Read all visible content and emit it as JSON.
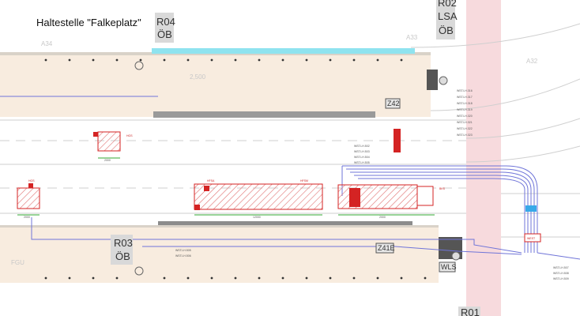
{
  "title": "Haltestelle \"Falkeplatz\"",
  "stops": {
    "r04": {
      "code": "R04",
      "type": "ÖB"
    },
    "r02": {
      "code": "R02",
      "type1": "LSA",
      "type2": "ÖB"
    },
    "r03": {
      "code": "R03",
      "type": "ÖB"
    },
    "r01": {
      "code": "R01"
    }
  },
  "zones": {
    "z42": "Z42",
    "z41e": "Z41E",
    "wls": "WLS",
    "west": "WEST"
  },
  "ghost_labels": {
    "a34": "A34",
    "a33": "A33",
    "a32": "A32",
    "fgu": "FGU",
    "ms": "2,500"
  },
  "cable_labels": {
    "upper": [
      "WST.LH.316",
      "WST.LH.317",
      "WST.LH.318",
      "WST.LH.319",
      "WST.LH.320",
      "WST.LH.321",
      "WST.LH.322",
      "WST.LH.323"
    ],
    "mid": [
      "WST.LH.502",
      "WST.LH.503",
      "WST.LH.504",
      "WST.LH.505"
    ],
    "lower": [
      "WST.LH.505",
      "WST.LH.506"
    ],
    "right": [
      "WST.LH.507",
      "WST.LH.508",
      "WST.LH.509"
    ]
  },
  "device_labels": {
    "hgs1": "HGS",
    "hgs2": "HGS",
    "hfsa": "HFSA",
    "hfsm": "HFSM",
    "bks": "BKS"
  },
  "dimensions": {
    "d1": "2000",
    "d2": "2000",
    "d3": "12000",
    "d4": "2000"
  },
  "colors": {
    "blue": "#6f74d8",
    "red": "#d42323",
    "beige": "#f8ecdf",
    "cyan": "#8fe3ef",
    "pink": "#f7dadd"
  }
}
